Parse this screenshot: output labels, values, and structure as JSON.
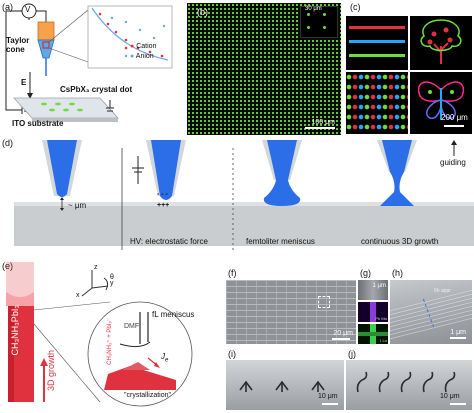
{
  "panel_labels": {
    "a": "(a)",
    "b": "(b)",
    "c": "(c)",
    "d": "(d)",
    "e": "(e)",
    "f": "(f)",
    "g": "(g)",
    "h": "(h)",
    "i": "(i)",
    "j": "(j)"
  },
  "panel_a": {
    "voltage_symbol": "V",
    "taylor_cone": "Taylor\ncone",
    "field": "E",
    "crystal_dot": "CsPbX₃ crystal dot",
    "substrate": "ITO substrate",
    "legend_cation": "Cation",
    "legend_anion": "Anion"
  },
  "panel_b": {
    "scale_main": "100 μm",
    "scale_inset": "30 μm"
  },
  "panel_c": {
    "scale": "200 μm"
  },
  "panel_d": {
    "gap": "~ μm",
    "charges_minus": "- - -",
    "charges_plus": "+++",
    "caption_2": "HV: electrostatic force",
    "caption_3": "femtoliter meniscus",
    "caption_4": "continuous 3D growth",
    "guiding": "guiding"
  },
  "panel_e": {
    "axis_z": "z",
    "axis_y": "y",
    "axis_x": "x",
    "theta": "θ",
    "meniscus": "fL meniscus",
    "dmf": "DMF",
    "reaction": "CH₃NH₃⁺ + PbI₃⁻",
    "flux": "J",
    "flux_sub": "e",
    "crystallization": "\"crystallization\"",
    "material": "CH₃NH₃PbI₃",
    "growth": "3D growth"
  },
  "panel_f": {
    "scale": "20 μm"
  },
  "panel_g": {
    "scale": "1 μm",
    "map1": "Pb Mα",
    "map2": "I Lα"
  },
  "panel_h": {
    "scale": "1 μm",
    "note": "6h appr"
  },
  "panel_i": {
    "scale": "10 μm"
  },
  "panel_j": {
    "scale": "10 μm"
  },
  "colors": {
    "nozzle_blue": "#2b6ee8",
    "perovskite_red": "#e0323e",
    "green_dot": "#6edc3c"
  }
}
